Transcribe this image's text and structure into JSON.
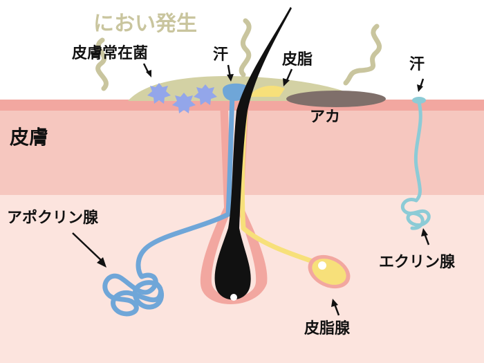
{
  "title": "におい発生",
  "labels": {
    "skin": "皮膚",
    "resident_bacteria": "皮膚常在菌",
    "sweat_apocrine": "汗",
    "sebum": "皮脂",
    "dirt": "アカ",
    "sweat_eccrine": "汗",
    "apocrine_gland": "アポクリン腺",
    "eccrine_gland": "エクリン腺",
    "sebaceous_gland": "皮脂腺"
  },
  "colors": {
    "epidermis": "#f2a7a0",
    "dermis": "#f6c7bf",
    "subcutis": "#fce4de",
    "sweat_apocrine": "#6fa6d8",
    "sweat_eccrine": "#8ccbd6",
    "sebum": "#f7e07a",
    "bacteria": "#93a6ea",
    "dirt": "#7f6f6a",
    "odor_film": "#d3d1a4",
    "hair": "#111111"
  }
}
